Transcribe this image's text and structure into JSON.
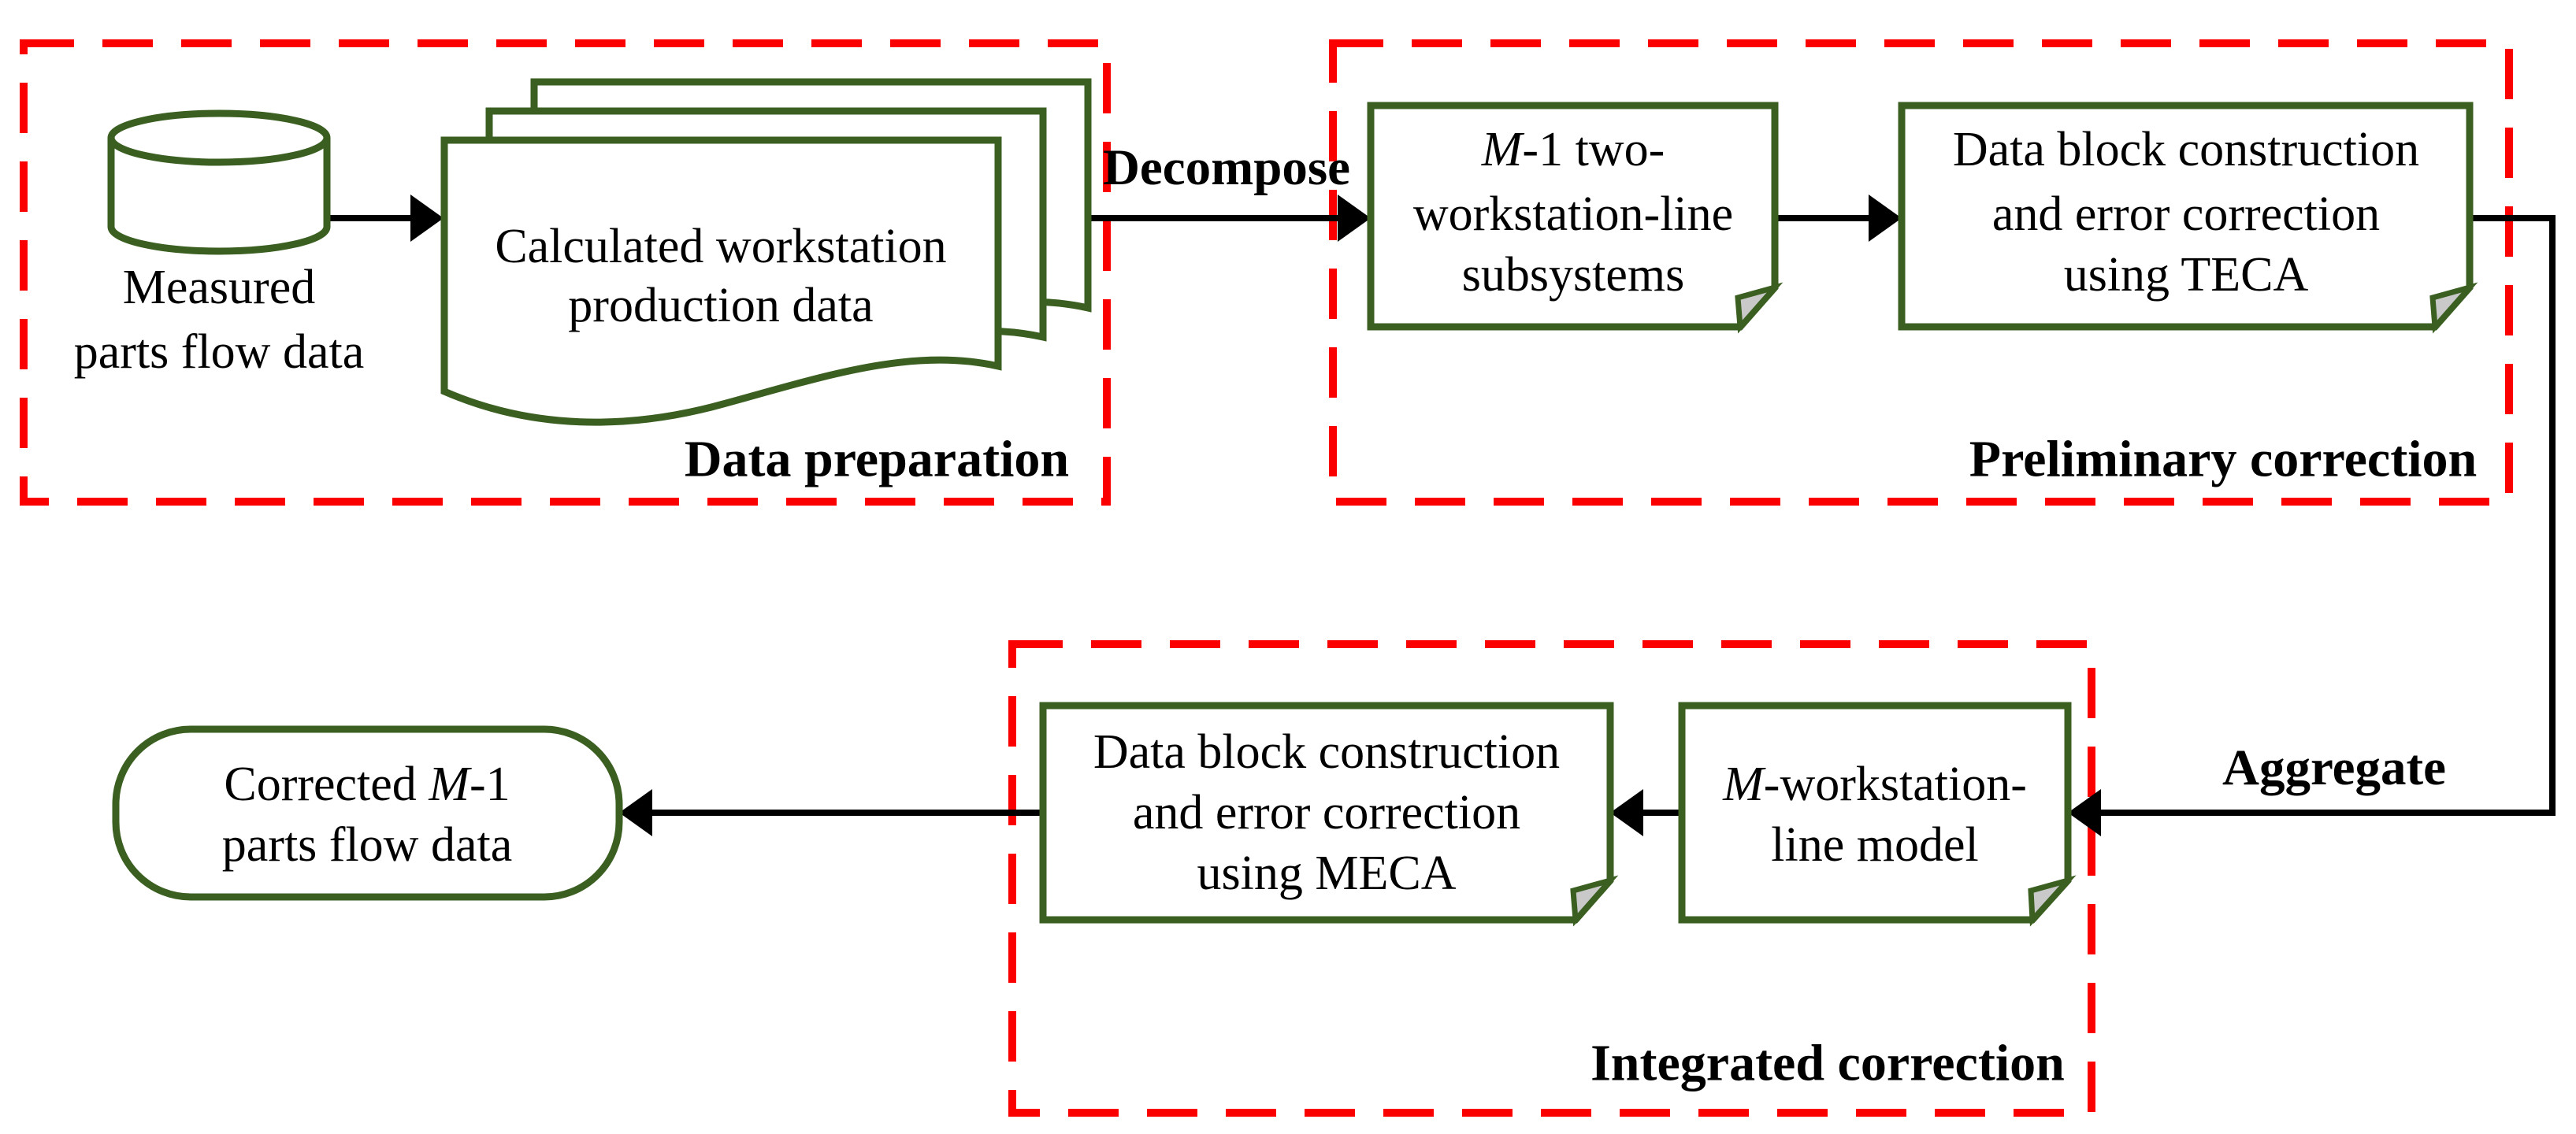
{
  "figure": {
    "type": "flowchart",
    "sections": [
      {
        "id": "data-preparation",
        "label": "Data preparation"
      },
      {
        "id": "preliminary-correction",
        "label": "Preliminary correction"
      },
      {
        "id": "integrated-correction",
        "label": "Integrated correction"
      }
    ],
    "nodes": {
      "measured_db": {
        "shape": "cylinder",
        "line1": "Measured",
        "line2": "parts flow data"
      },
      "calculated_docs": {
        "shape": "multidocument",
        "line1": "Calculated workstation",
        "line2": "production data"
      },
      "subsystems_note": {
        "shape": "folded-note",
        "line1_italic": "M",
        "line1_rest": "-1 two-",
        "line2": "workstation-line",
        "line3": "subsystems"
      },
      "teca_note": {
        "shape": "folded-note",
        "line1": "Data block construction",
        "line2": "and error correction",
        "line3": "using TECA"
      },
      "model_note": {
        "shape": "folded-note",
        "line1_italic": "M",
        "line1_rest": "-workstation-",
        "line2": "line model"
      },
      "meca_note": {
        "shape": "folded-note",
        "line1": "Data block construction",
        "line2": "and error correction",
        "line3": "using MECA"
      },
      "corrected_terminator": {
        "shape": "rounded-rectangle",
        "line1_pre": "Corrected ",
        "line1_italic": "M",
        "line1_post": "-1",
        "line2": "parts flow data"
      }
    },
    "edge_labels": {
      "decompose": "Decompose",
      "aggregate": "Aggregate"
    },
    "colors": {
      "shape_outline": "#3A5F21",
      "section_dash": "#FB0000",
      "connector": "#000000",
      "fold_fill": "#C9C9C9",
      "text": "#000000",
      "background": "#FFFFFF"
    }
  }
}
